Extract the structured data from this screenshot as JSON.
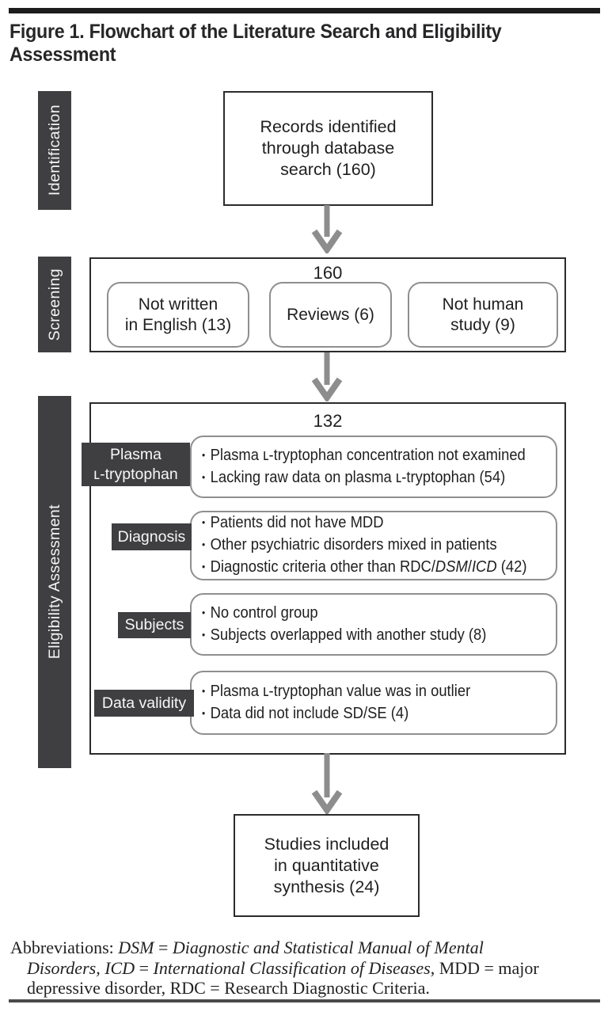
{
  "title": "Figure 1. Flowchart of the Literature Search and Eligibility\nAssessment",
  "stages": {
    "identification": "Identification",
    "screening": "Screening",
    "eligibility": "Eligibility Assessment"
  },
  "identification": {
    "records_box": "Records identified\nthrough database\nsearch (160)"
  },
  "screening": {
    "count": "160",
    "exclusions": [
      "Not written\nin English (13)",
      "Reviews (6)",
      "Not human\nstudy (9)"
    ]
  },
  "eligibility": {
    "count": "132",
    "rows": [
      {
        "label": "Plasma\nʟ-tryptophan",
        "bullets": [
          [
            {
              "t": "Plasma ʟ-tryptophan concentration not examined"
            }
          ],
          [
            {
              "t": "Lacking raw data on plasma ʟ-tryptophan (54)"
            }
          ]
        ]
      },
      {
        "label": "Diagnosis",
        "bullets": [
          [
            {
              "t": "Patients did not have MDD"
            }
          ],
          [
            {
              "t": "Other psychiatric disorders mixed in patients"
            }
          ],
          [
            {
              "t": "Diagnostic criteria other than RDC/"
            },
            {
              "t": "DSM",
              "i": true
            },
            {
              "t": "/"
            },
            {
              "t": "ICD",
              "i": true
            },
            {
              "t": " (42)"
            }
          ]
        ]
      },
      {
        "label": "Subjects",
        "bullets": [
          [
            {
              "t": "No control group"
            }
          ],
          [
            {
              "t": "Subjects overlapped with another study (8)"
            }
          ]
        ]
      },
      {
        "label": "Data validity",
        "bullets": [
          [
            {
              "t": "Plasma ʟ-tryptophan value was in outlier"
            }
          ],
          [
            {
              "t": "Data did not include SD/SE (4)"
            }
          ]
        ]
      }
    ]
  },
  "included": {
    "box": "Studies included\nin quantitative\nsynthesis (24)"
  },
  "footnote": {
    "lines": [
      [
        {
          "t": "Abbreviations: "
        },
        {
          "t": "DSM",
          "i": true
        },
        {
          "t": " = "
        },
        {
          "t": "Diagnostic and Statistical Manual of Mental",
          "i": true
        }
      ],
      [
        {
          "t": "Disorders, ICD",
          "i": true
        },
        {
          "t": " = "
        },
        {
          "t": "International Classification of Diseases",
          "i": true
        },
        {
          "t": ", MDD = major"
        }
      ],
      [
        {
          "t": "depressive disorder, RDC = Research Diagnostic Criteria."
        }
      ]
    ]
  },
  "colors": {
    "label_bg": "#3f3f41",
    "arrow": "#8d8d8d",
    "border_dark": "#2b2b2b",
    "border_light": "#8f8f8f",
    "ink": "#1f1f21"
  }
}
